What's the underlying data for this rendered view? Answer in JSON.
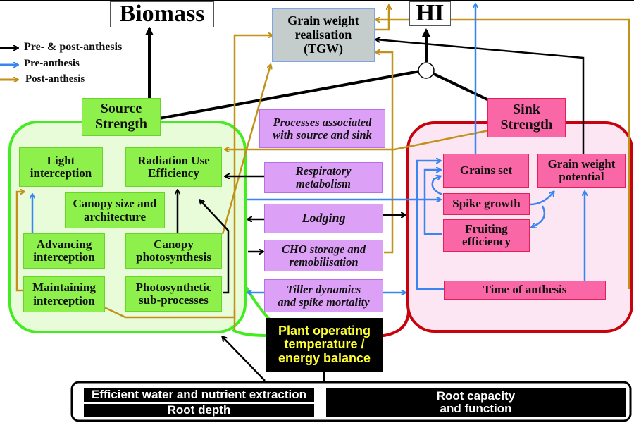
{
  "colors": {
    "pre_post": "#000000",
    "pre": "#3a86f0",
    "post": "#c0921a",
    "source_fill": "#e9fcd9",
    "source_border": "#43ec20",
    "sink_fill": "#fce6f4",
    "sink_border": "#c8020c",
    "process_fill": "#dda0f7",
    "sink_box_fill": "#fa67a6",
    "source_box_fill": "#8ef04a",
    "tgw_fill": "#c4cccc",
    "temp_text": "#ffff33"
  },
  "outputs": {
    "biomass": "Biomass",
    "hi": "HI",
    "tgw": "Grain weight\nrealisation\n(TGW)"
  },
  "legend": [
    {
      "label": "Pre- & post-anthesis",
      "type": "pre_post"
    },
    {
      "label": "Pre-anthesis",
      "type": "pre"
    },
    {
      "label": "Post-anthesis",
      "type": "post"
    }
  ],
  "source": {
    "title": "Source\nStrength",
    "items": {
      "light_interception": "Light\ninterception",
      "rue": "Radiation Use\nEfficiency",
      "canopy_size": "Canopy size and\narchitecture",
      "advancing": "Advancing\ninterception",
      "canopy_photo": "Canopy\nphotosynthesis",
      "maintaining": "Maintaining\ninterception",
      "photo_sub": "Photosynthetic\nsub-processes"
    }
  },
  "processes": {
    "header": "Processes associated\nwith source and sink",
    "items": {
      "respiratory": "Respiratory\nmetabolism",
      "lodging": "Lodging",
      "cho": "CHO storage and\nremobilisation",
      "tiller": "Tiller dynamics\nand spike mortality"
    }
  },
  "sink": {
    "title": "Sink\nStrength",
    "items": {
      "grains_set": "Grains set",
      "gw_potential": "Grain weight\npotential",
      "spike_growth": "Spike growth",
      "fruiting": "Fruiting\nefficiency",
      "anthesis": "Time of anthesis"
    }
  },
  "temperature": "Plant operating\ntemperature /\nenergy balance",
  "roots": {
    "extraction": "Efficient water and nutrient extraction",
    "depth": "Root depth",
    "capacity": "Root capacity\nand function"
  }
}
